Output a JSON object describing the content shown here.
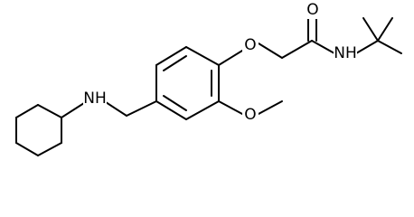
{
  "molecule": {
    "atoms": {
      "nh_amine": {
        "label": "NH"
      },
      "o_ether": {
        "label": "O"
      },
      "o_methoxy": {
        "label": "O"
      },
      "o_carbonyl": {
        "label": "O"
      },
      "nh_amide": {
        "label": "NH"
      }
    },
    "colors": {
      "bond": "#000000",
      "label": "#000000",
      "background": "#ffffff"
    }
  }
}
